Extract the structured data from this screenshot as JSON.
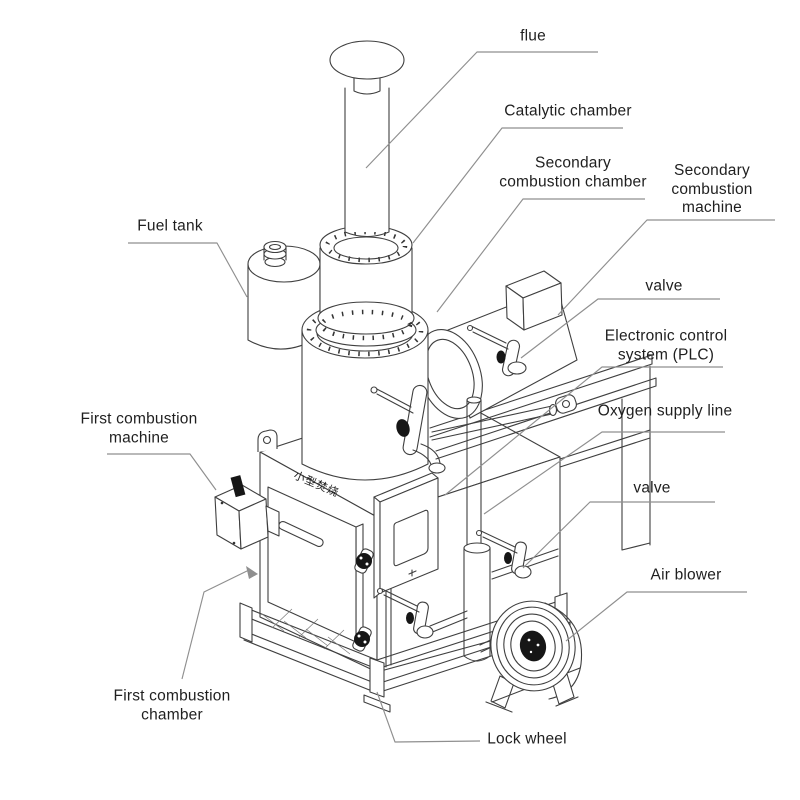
{
  "diagram": {
    "labels": {
      "flue": "flue",
      "catalytic_chamber": "Catalytic chamber",
      "secondary_combustion_chamber": "Secondary\ncombustion chamber",
      "secondary_combustion_machine": "Secondary\ncombustion\nmachine",
      "valve_upper": "valve",
      "electronic_control_system": "Electronic control\nsystem (PLC)",
      "oxygen_supply_line": "Oxygen supply line",
      "valve_lower": "valve",
      "air_blower": "Air blower",
      "lock_wheel": "Lock wheel",
      "first_combustion_chamber": "First combustion\nchamber",
      "first_combustion_machine": "First combustion\nmachine",
      "fuel_tank": "Fuel tank"
    },
    "machine_marking": "小型焚烧",
    "colors": {
      "machine_line": "#3f3f3f",
      "leader_line": "#8f8f8f",
      "label_text": "#1f1f1f",
      "valve_knob": "#161616",
      "background": "#ffffff"
    }
  }
}
